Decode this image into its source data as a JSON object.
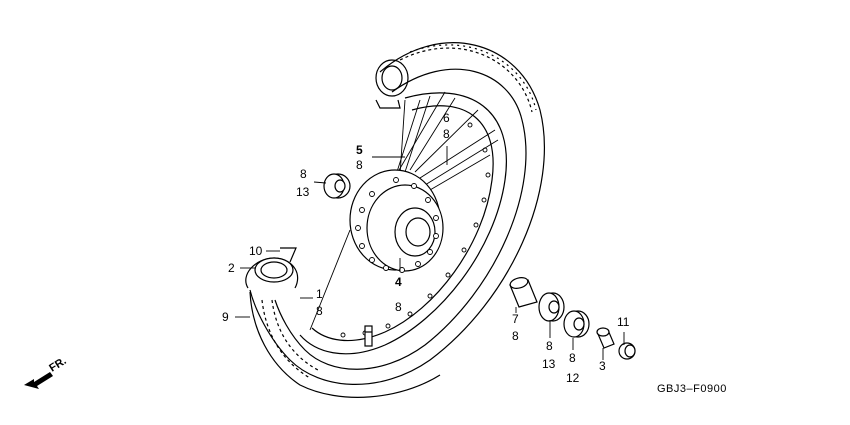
{
  "callouts": {
    "c5": "5",
    "c5b": "8",
    "c6": "6",
    "c6b": "8",
    "c8a": "8",
    "c13a": "13",
    "c10": "10",
    "c2": "2",
    "c1": "1",
    "c1b": "8",
    "c9": "9",
    "c4": "4",
    "c4b": "8",
    "c7": "7",
    "c7b": "8",
    "c8c": "8",
    "c13c": "13",
    "c8d": "8",
    "c12": "12",
    "c3": "3",
    "c11": "11"
  },
  "diagram_code": "GBJ3–F0900",
  "front_label": "FR.",
  "icons": [
    "wheel-rim",
    "tire",
    "hub",
    "spokes",
    "bearing",
    "collar",
    "valve",
    "axle-nut",
    "front-arrow-icon"
  ]
}
